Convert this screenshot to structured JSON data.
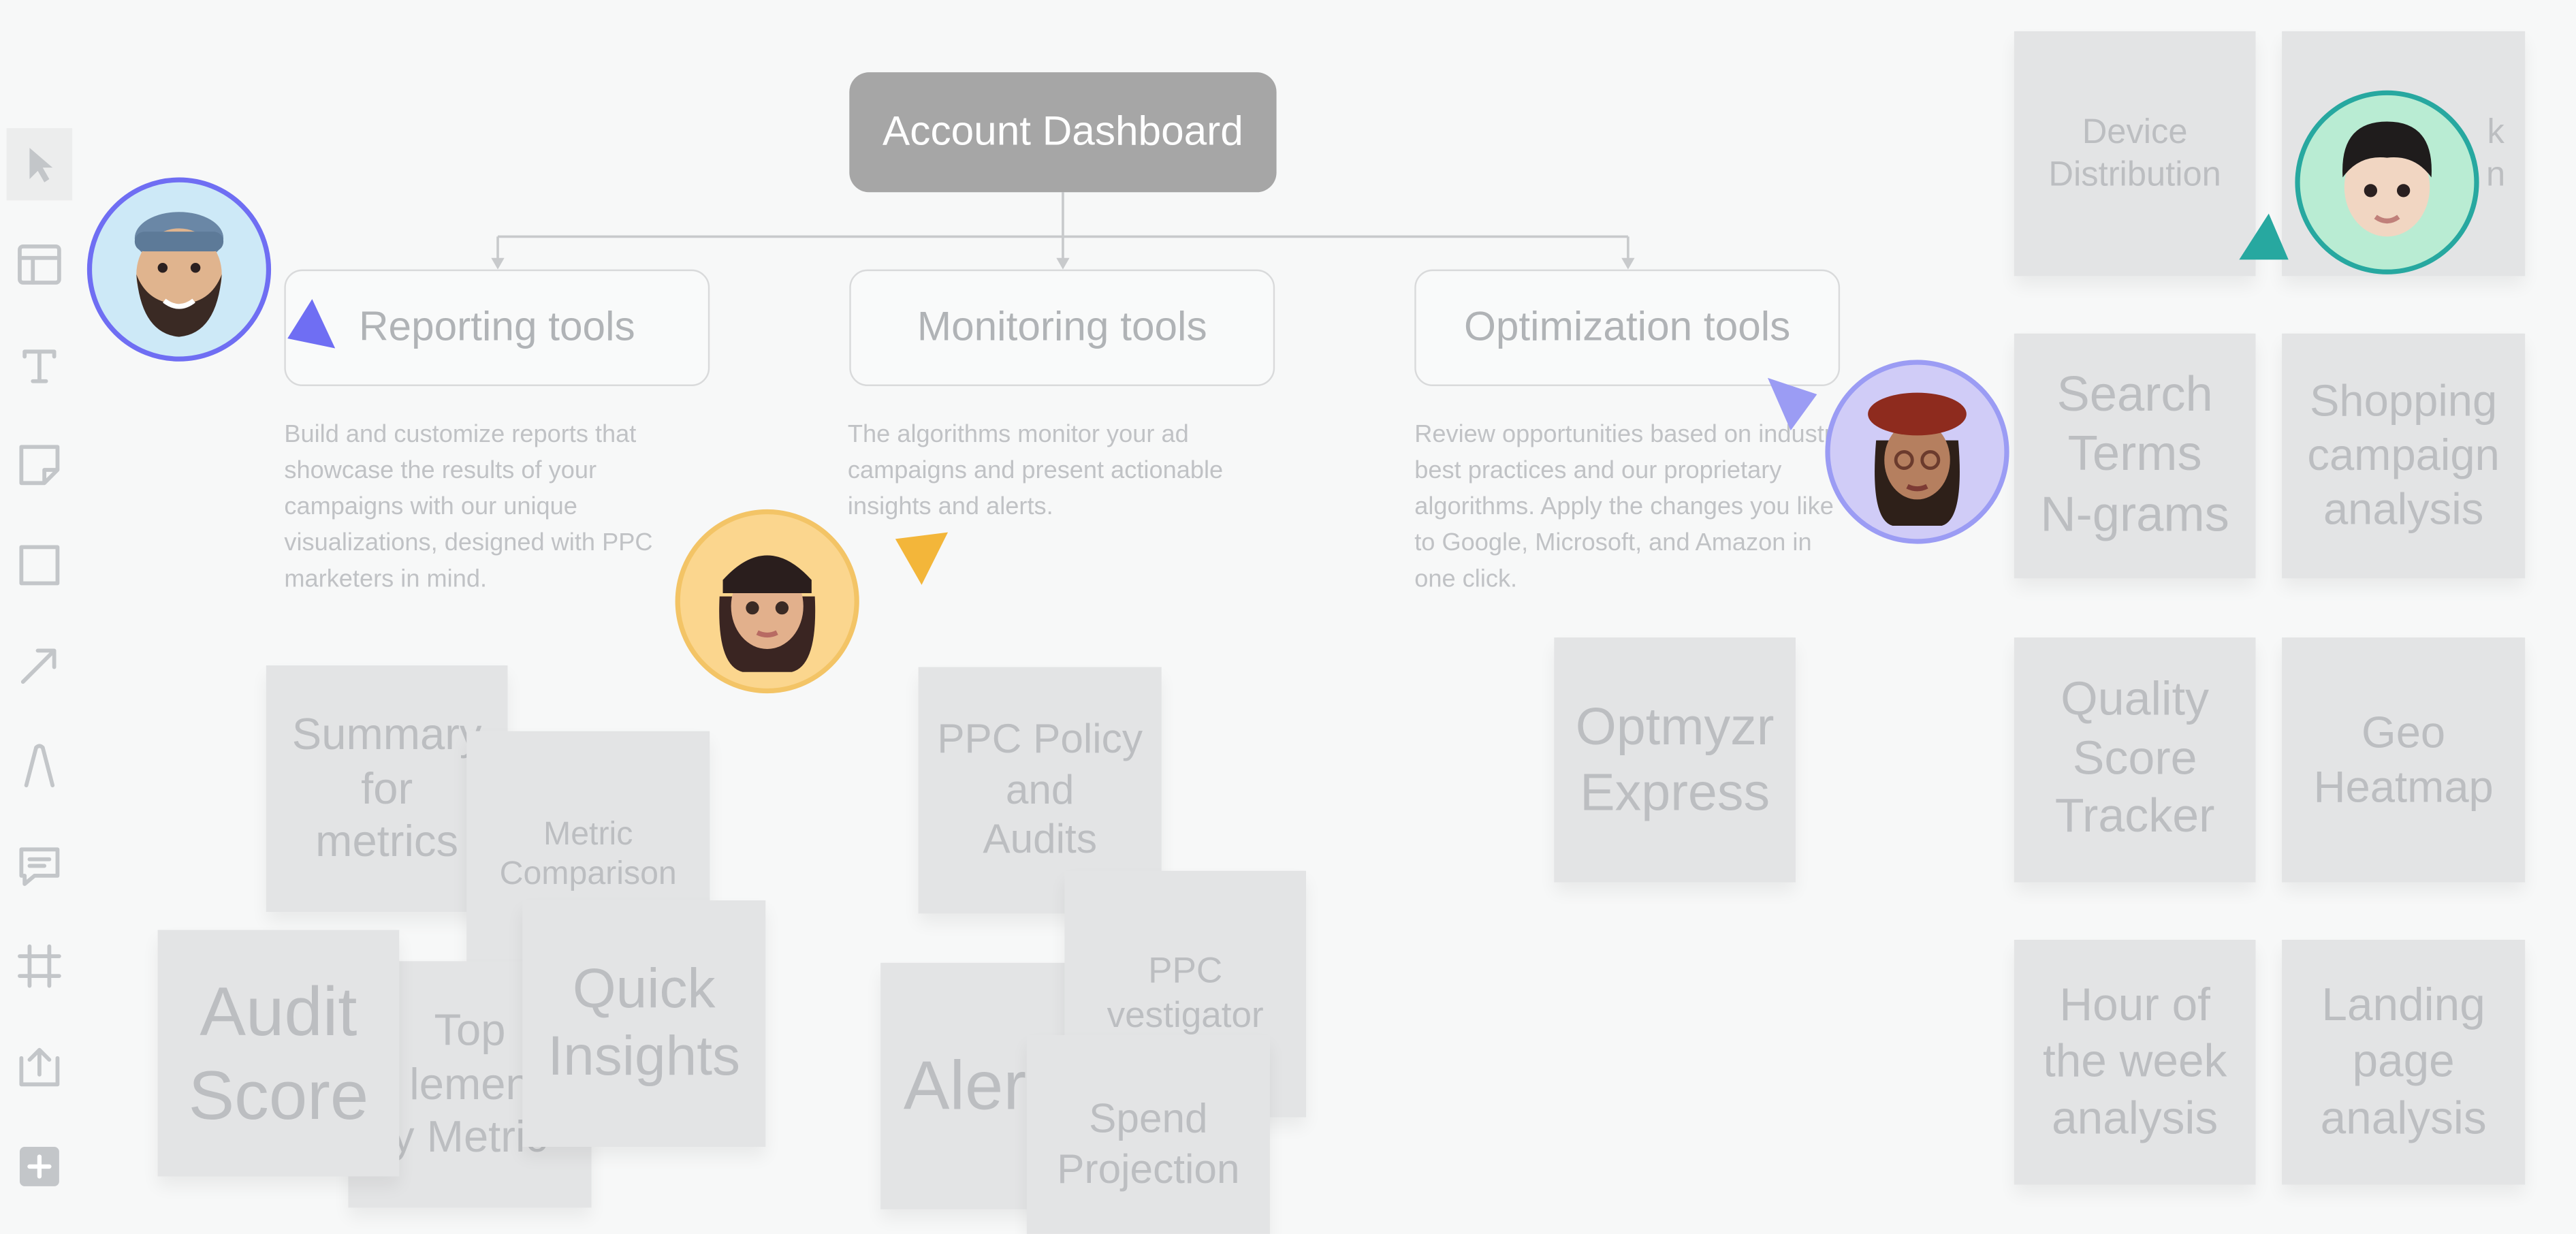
{
  "root": {
    "label": "Account Dashboard"
  },
  "branches": [
    {
      "title": "Reporting tools",
      "description": "Build and customize reports that showcase the results of your campaigns with our unique visualizations, designed with PPC marketers in mind."
    },
    {
      "title": "Monitoring tools",
      "description": "The algorithms monitor your ad campaigns and present actionable insights and alerts."
    },
    {
      "title": "Optimization tools",
      "description": "Review opportunities based on industry best practices and our proprietary algorithms. Apply the changes you like to Google, Microsoft, and Amazon in one click."
    }
  ],
  "notes": {
    "summary": "Summary\nfor\nmetrics",
    "metric_comparison": "Metric\nComparison",
    "audit_score": "Audit\nScore",
    "top_elements": "Top\nlemen\ny Metric",
    "quick_insights": "Quick\nInsights",
    "ppc_policy": "PPC Policy\nand\nAudits",
    "ppc_investigator": "PPC\nvestigator",
    "alerts": "Aler",
    "spend_projection": "Spend\nProjection",
    "optmyzr_express": "Optmyzr\nExpress",
    "device_distribution": "Device\nDistribution",
    "hidden_note": "k\nn",
    "search_terms": "Search\nTerms\nN-grams",
    "shopping_campaign": "Shopping\ncampaign\nanalysis",
    "quality_score": "Quality\nScore\nTracker",
    "geo_heatmap": "Geo\nHeatmap",
    "hour_of_week": "Hour of\nthe week\nanalysis",
    "landing_page": "Landing\npage\nanalysis"
  },
  "toolbar": [
    "select-tool",
    "layout-tool",
    "text-tool",
    "sticky-note-tool",
    "rectangle-tool",
    "arrow-tool",
    "pen-tool",
    "comment-tool",
    "frame-tool",
    "upload-tool",
    "more-tools"
  ],
  "colors": {
    "cursor_blue": "#6f6ef3",
    "cursor_orange": "#f3b63a",
    "cursor_lavender": "#9b9cf4",
    "cursor_teal": "#27a8a0",
    "root_fill": "#a6a6a6",
    "note_fill": "#e3e4e5"
  }
}
